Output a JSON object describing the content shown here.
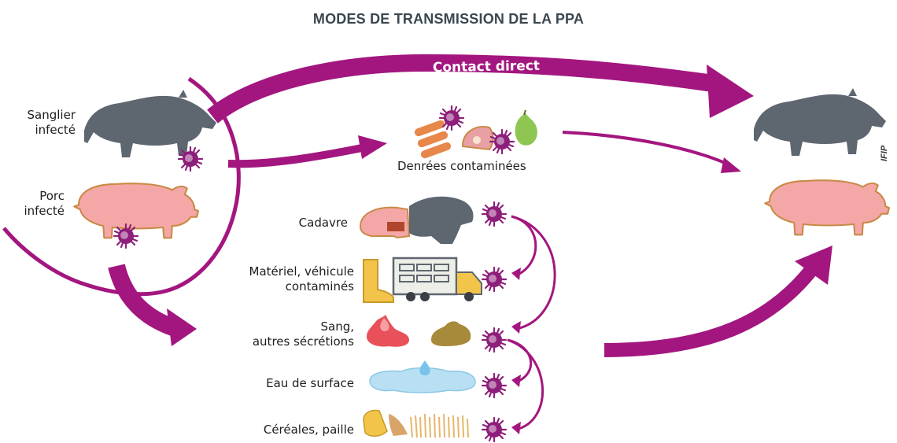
{
  "title": "MODES DE TRANSMISSION DE LA PPA",
  "arrow_contact": "Contact direct",
  "sources": {
    "boar": "Sanglier\ninfecté",
    "pig": "Porc\ninfecté"
  },
  "vectors": {
    "food": "Denrées contaminées",
    "carcass": "Cadavre",
    "equipment": "Matériel, véhicule\ncontaminés",
    "blood": "Sang,\nautres sécrétions",
    "water": "Eau de surface",
    "cereals": "Céréales, paille"
  },
  "credit": "IFIP",
  "colors": {
    "arrow": "#a3167f",
    "virus": "#8d1f7a",
    "boar": "#5e6670",
    "pig": "#f4a7a7",
    "pig_outline": "#c98a45",
    "title": "#3a4750"
  },
  "icons": [
    "virus-icon",
    "boar-icon",
    "pig-icon",
    "sausage-icon",
    "ham-icon",
    "pear-icon",
    "boot-icon",
    "truck-icon",
    "blood-icon",
    "feces-icon",
    "water-icon",
    "grain-icon",
    "straw-icon"
  ]
}
